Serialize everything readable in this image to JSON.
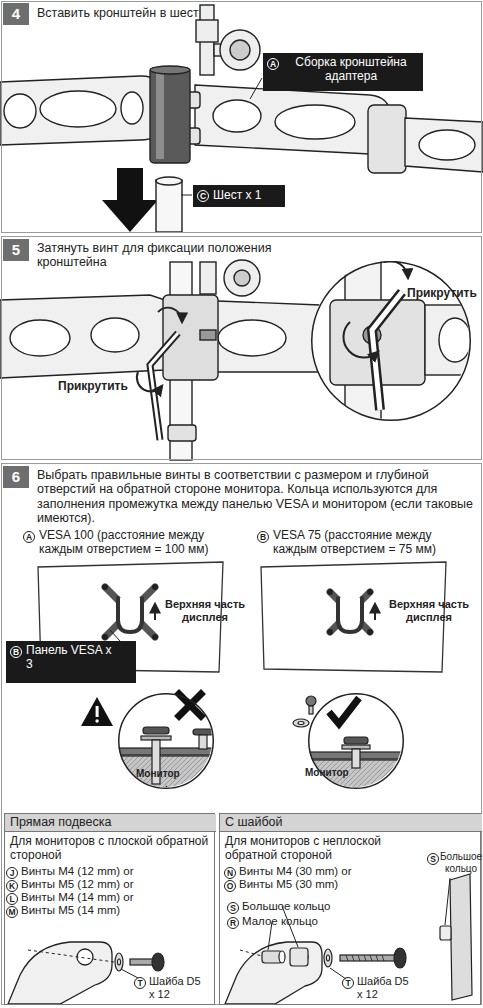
{
  "diagram": {
    "nodes": [
      {
        "text": [
          "Вставить кронштейн в шест"
        ]
      },
      {
        "text": [
          "4"
        ],
        "in": 0
      },
      {
        "text": [
          "A",
          "Сборка кронштейна адаптера"
        ],
        "in": 0
      },
      {
        "text": [
          "C",
          "Шест x 1"
        ],
        "in": 0
      },
      {
        "text": [
          "Затянуть винт для фиксации положения кронштейна"
        ]
      },
      {
        "text": [
          "5"
        ],
        "in": 4
      },
      {
        "text": [
          "Прикрутить"
        ],
        "in": 4
      },
      {
        "text": [
          "Выбрать правильные винты в соответствии с размером и глубиной отверстий на обратной стороне монитора. Кольца используются для заполнения промежутка между панелью VESA и монитором (если таковые имеются)."
        ]
      },
      {
        "text": [
          "6"
        ],
        "in": 7
      },
      {
        "text": [
          "A",
          "VESA 100 (расстояние между каждым отверстием = 100 мм)",
          "Верхняя часть дисплея"
        ],
        "in": 7
      },
      {
        "text": [
          "B",
          "VESA 75 (расстояние между каждым отверстием = 75 мм)",
          "Верхняя часть дисплея"
        ],
        "in": 7
      },
      {
        "text": [
          "B",
          "Панель VESA x 3"
        ],
        "in": 7
      },
      {
        "text": [
          "Монитор"
        ],
        "in": 7
      },
      {
        "text": [
          "Монитор"
        ],
        "in": 7
      },
      {
        "text": [
          "Прямая подвеска",
          "Для мониторов с плоской обратной стороной"
        ],
        "in": 7
      },
      {
        "text": [
          "С шайбой",
          "Для мониторов с неплоской обратной стороной"
        ],
        "in": 7
      }
    ],
    "labels": [
      "Прикрутить",
      "J",
      "Винты M4 (12 mm) or",
      "K",
      "Винты M5 (12 mm) or",
      "L",
      "Винты M4 (14 mm) or",
      "M",
      "Винты M5 (14 mm)",
      "T",
      "Шайба D5 x 12",
      "S",
      "Большое кольцо",
      "N",
      "Винты M4 (30 mm) or",
      "O",
      "Винты M5 (30 mm)",
      "S",
      "Большое кольцо",
      "R",
      "Малое кольцо",
      "T",
      "Шайба D5 x 12"
    ]
  }
}
